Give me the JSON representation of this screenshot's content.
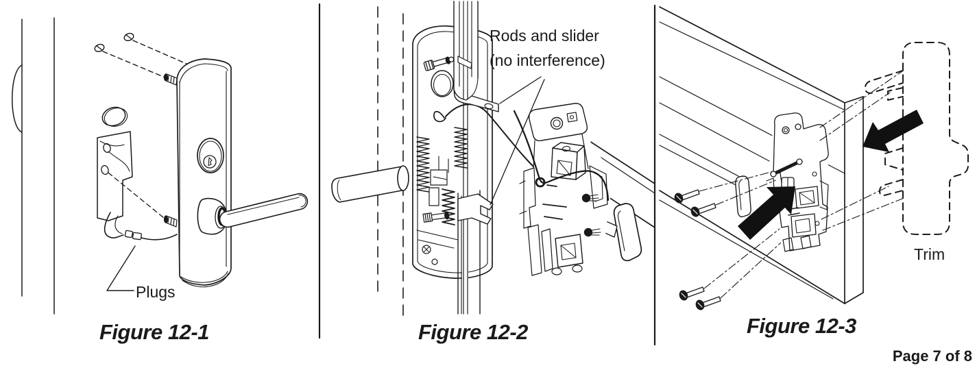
{
  "page": {
    "footer": "Page 7 of 8"
  },
  "figures": [
    {
      "caption": "Figure 12-1",
      "label_plugs": "Plugs"
    },
    {
      "caption": "Figure 12-2",
      "label_rods_line1": "Rods and slider",
      "label_rods_line2": "(no interference)"
    },
    {
      "caption": "Figure 12-3",
      "label_trim": "Trim"
    }
  ],
  "colors": {
    "ink": "#1a1a1a",
    "paper": "#ffffff",
    "arrow": "#111111"
  }
}
